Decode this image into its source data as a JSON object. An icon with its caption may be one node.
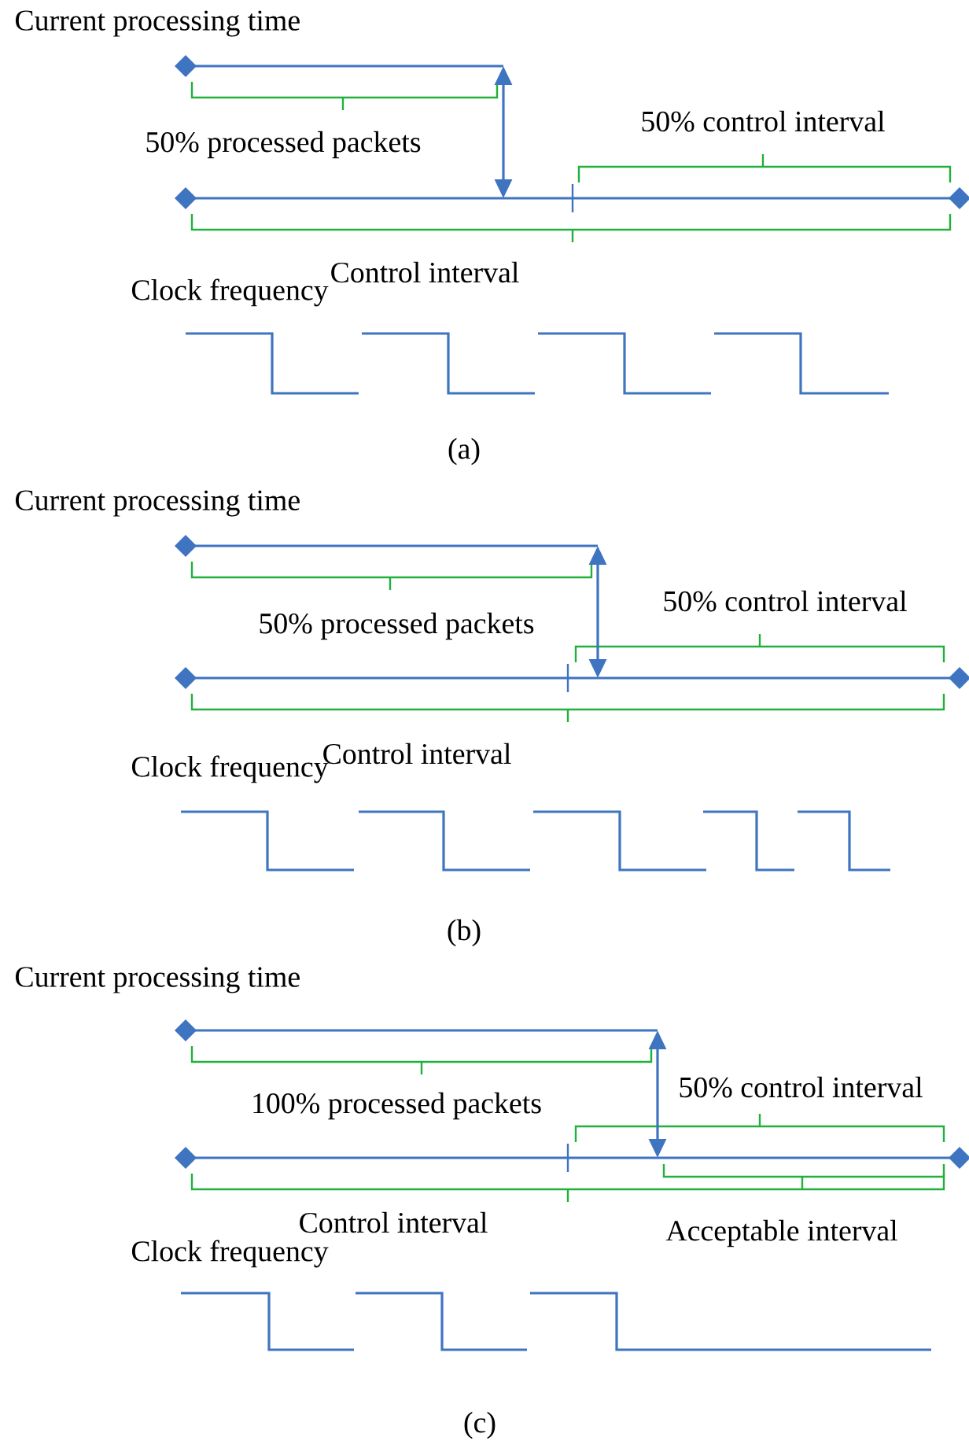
{
  "diagram": {
    "labels": [
      "Current processing time",
      "50% control interval",
      "50% processed packets",
      "Control interval",
      "Clock frequency",
      "(a)",
      "Current processing time",
      "50% control interval",
      "50% processed packets",
      "Control interval",
      "Clock frequency",
      "(b)",
      "Current processing time",
      "50% control interval",
      "100% processed packets",
      "Control interval",
      "Acceptable interval",
      "Clock frequency",
      "(c)"
    ]
  }
}
